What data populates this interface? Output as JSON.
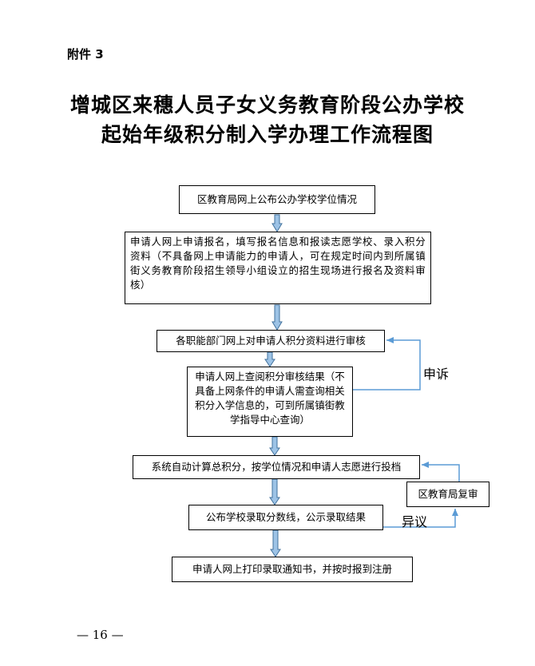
{
  "attachment_label": "附件 3",
  "title": {
    "line1": "增城区来穗人员子女义务教育阶段公办学校",
    "line2": "起始年级积分制入学办理工作流程图"
  },
  "flow": {
    "step1": "区教育局网上公布公办学校学位情况",
    "step2": "申请人网上申请报名，填写报名信息和报读志愿学校、录入积分资料（不具备网上申请能力的申请人，可在规定时间内到所属镇街义务教育阶段招生领导小组设立的招生现场进行报名及资料审核）",
    "step3": "各职能部门网上对申请人积分资料进行审核",
    "step4": "申请人网上查阅积分审核结果（不具备上网条件的申请人需查询相关积分入学信息的，可到所属镇街教学指导中心查询）",
    "step5": "系统自动计算总积分，按学位情况和申请人志愿进行投档",
    "review": "区教育局复审",
    "step6": "公布学校录取分数线，公示录取结果",
    "step7": "申请人网上打印录取通知书，并按时报到注册",
    "appeal_label": "申诉",
    "objection_label": "异议"
  },
  "page_number": "— 16 —",
  "colors": {
    "arrow_fill": "#9dc3e6",
    "arrow_stroke": "#41719c",
    "line": "#5b9bd5"
  }
}
